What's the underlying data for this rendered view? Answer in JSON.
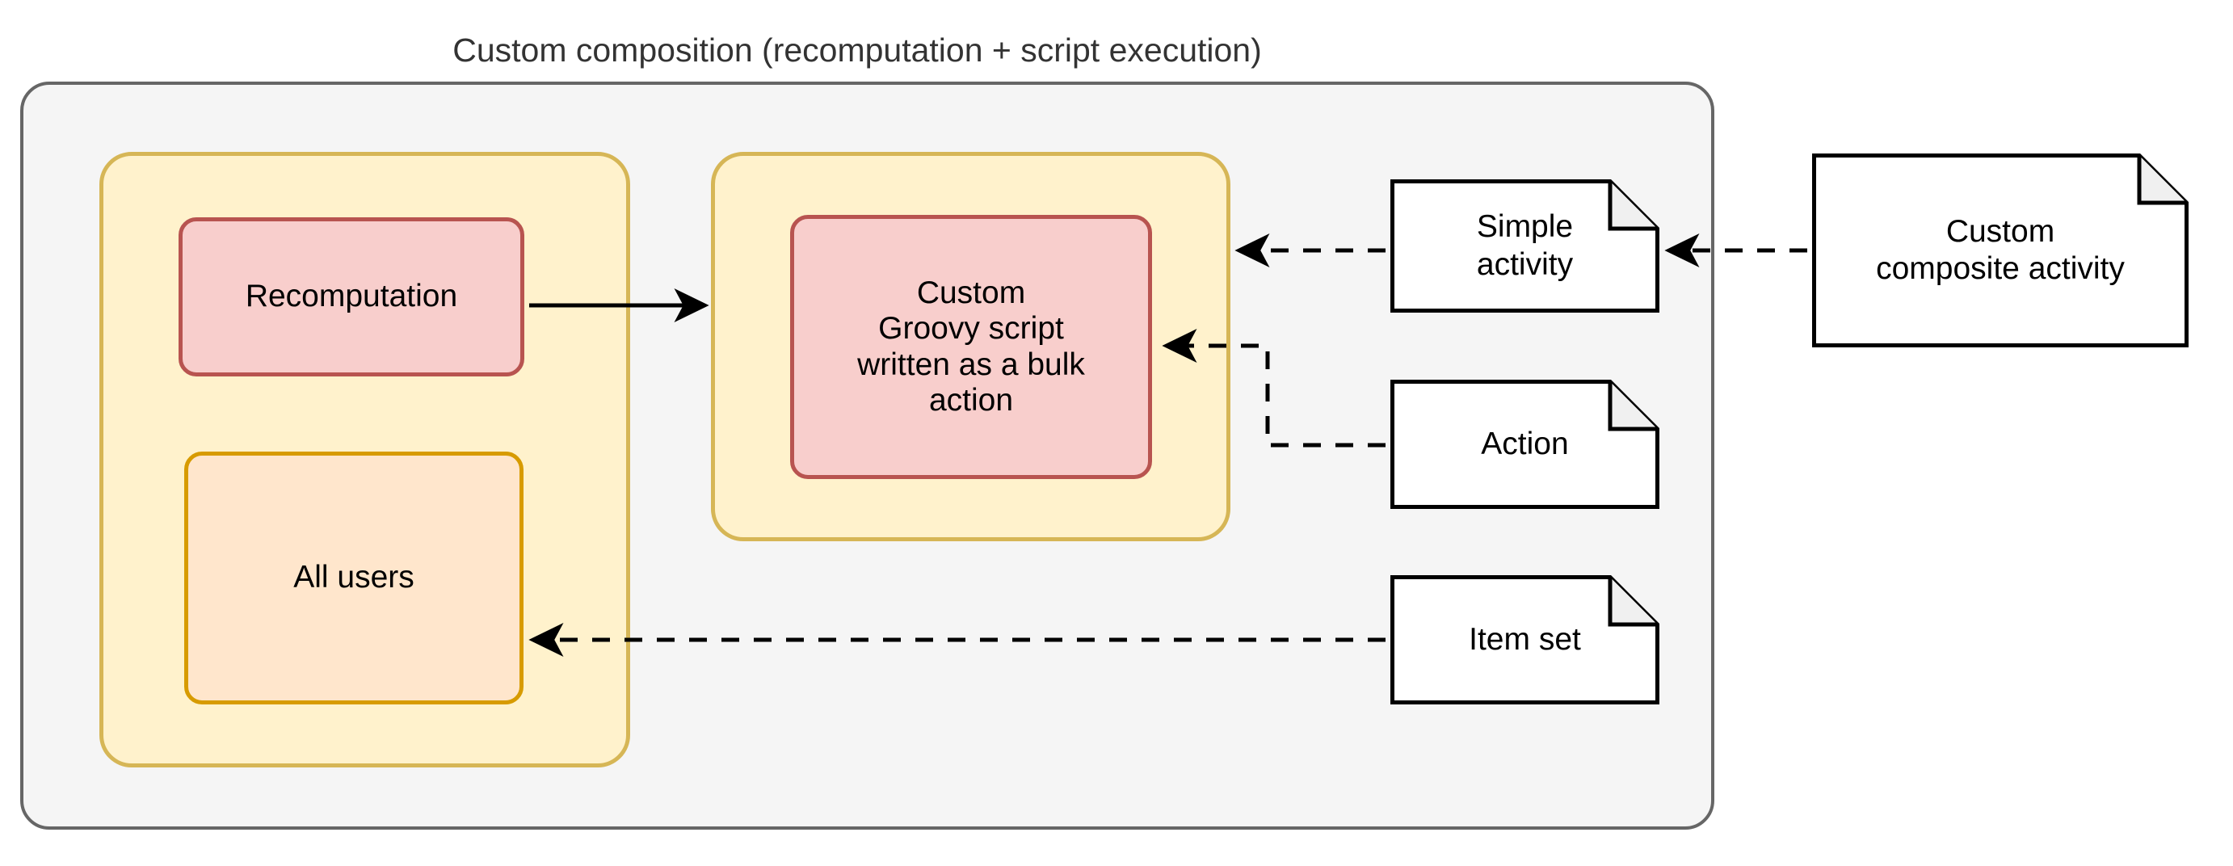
{
  "diagram": {
    "title": "Custom composition (recomputation + script execution)",
    "type": "flowchart",
    "colors": {
      "outer_pool_fill": "#f5f5f5",
      "outer_pool_stroke": "#666666",
      "group_fill": "#fff2cc",
      "group_stroke": "#d6b656",
      "pink_fill": "#f8cecc",
      "pink_stroke": "#b85450",
      "orange_fill": "#ffe6cc",
      "orange_stroke": "#d79b00",
      "note_fill": "#ffffff",
      "note_stroke": "#000000",
      "edge_stroke": "#000000"
    }
  },
  "groups": {
    "recomputation_group": {
      "name": "recomputation-group"
    },
    "script_group": {
      "name": "script-group"
    }
  },
  "nodes": {
    "recomputation": {
      "label": "Recomputation"
    },
    "all_users": {
      "label": "All users"
    },
    "groovy_script": {
      "label": "Custom\nGroovy script\nwritten as a bulk\naction"
    }
  },
  "notes": {
    "simple_activity": {
      "label": "Simple\nactivity"
    },
    "action": {
      "label": "Action"
    },
    "item_set": {
      "label": "Item set"
    },
    "custom_composite_activity": {
      "label": "Custom\ncomposite activity"
    }
  },
  "edges": [
    {
      "name": "recomputation-to-script",
      "from": "Recomputation",
      "to": "Custom Groovy script written as a bulk action",
      "style": "solid",
      "arrow": "end"
    },
    {
      "name": "simple-activity-to-script-group",
      "from": "Simple activity",
      "to": "script-group",
      "style": "dashed",
      "arrow": "end"
    },
    {
      "name": "action-to-groovy-script",
      "from": "Action",
      "to": "Custom Groovy script written as a bulk action",
      "style": "dashed",
      "arrow": "end"
    },
    {
      "name": "item-set-to-all-users",
      "from": "Item set",
      "to": "All users",
      "style": "dashed",
      "arrow": "end"
    },
    {
      "name": "custom-composite-to-simple-activity",
      "from": "Custom composite activity",
      "to": "Simple activity",
      "style": "dashed",
      "arrow": "end"
    }
  ]
}
